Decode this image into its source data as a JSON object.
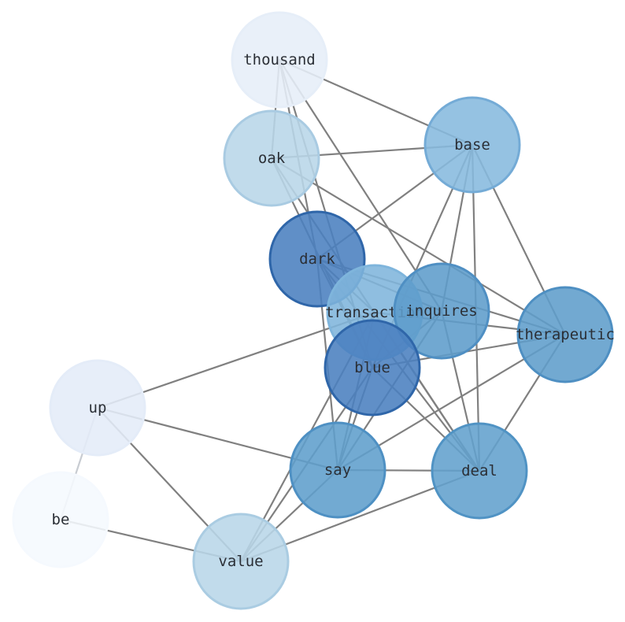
{
  "graph": {
    "nodes": [
      {
        "id": "thousand",
        "label": "thousand",
        "fill": "#e6eef8",
        "stroke": "#e6eef8"
      },
      {
        "id": "oak",
        "label": "oak",
        "fill": "#b8d6e8",
        "stroke": "#a9cbe2"
      },
      {
        "id": "base",
        "label": "base",
        "fill": "#86b9de",
        "stroke": "#74abd6"
      },
      {
        "id": "dark",
        "label": "dark",
        "fill": "#4a80bf",
        "stroke": "#2f66a9"
      },
      {
        "id": "transaction",
        "label": "transaction",
        "fill": "#7fb5dc",
        "stroke": "#7fb5dc"
      },
      {
        "id": "inquires",
        "label": "inquires",
        "fill": "#5d9ccb",
        "stroke": "#4f8fc3"
      },
      {
        "id": "therapeutic",
        "label": "therapeutic",
        "fill": "#5f9dcb",
        "stroke": "#4e8fc2"
      },
      {
        "id": "blue",
        "label": "blue",
        "fill": "#4a80bf",
        "stroke": "#2f66a9"
      },
      {
        "id": "up",
        "label": "up",
        "fill": "#e4ecf8",
        "stroke": "#e4ecf8"
      },
      {
        "id": "say",
        "label": "say",
        "fill": "#5f9ecc",
        "stroke": "#4e90c3"
      },
      {
        "id": "deal",
        "label": "deal",
        "fill": "#62a0cd",
        "stroke": "#5093c4"
      },
      {
        "id": "be",
        "label": "be",
        "fill": "#f5f9fe",
        "stroke": "#f5f9fe"
      },
      {
        "id": "value",
        "label": "value",
        "fill": "#b8d6e8",
        "stroke": "#aacce2"
      }
    ],
    "edges": [
      [
        "thousand",
        "oak"
      ],
      [
        "thousand",
        "base"
      ],
      [
        "thousand",
        "dark"
      ],
      [
        "thousand",
        "inquires"
      ],
      [
        "thousand",
        "blue"
      ],
      [
        "oak",
        "base"
      ],
      [
        "oak",
        "blue"
      ],
      [
        "oak",
        "therapeutic"
      ],
      [
        "oak",
        "deal"
      ],
      [
        "base",
        "dark"
      ],
      [
        "base",
        "inquires"
      ],
      [
        "base",
        "blue"
      ],
      [
        "base",
        "therapeutic"
      ],
      [
        "base",
        "deal"
      ],
      [
        "dark",
        "therapeutic"
      ],
      [
        "dark",
        "inquires"
      ],
      [
        "dark",
        "blue"
      ],
      [
        "dark",
        "deal"
      ],
      [
        "dark",
        "say"
      ],
      [
        "dark",
        "transaction"
      ],
      [
        "transaction",
        "up"
      ],
      [
        "transaction",
        "say"
      ],
      [
        "transaction",
        "value"
      ],
      [
        "transaction",
        "deal"
      ],
      [
        "transaction",
        "therapeutic"
      ],
      [
        "inquires",
        "say"
      ],
      [
        "inquires",
        "deal"
      ],
      [
        "inquires",
        "blue"
      ],
      [
        "therapeutic",
        "blue"
      ],
      [
        "therapeutic",
        "say"
      ],
      [
        "therapeutic",
        "deal"
      ],
      [
        "blue",
        "deal"
      ],
      [
        "blue",
        "value"
      ],
      [
        "blue",
        "say"
      ],
      [
        "up",
        "say"
      ],
      [
        "up",
        "value"
      ],
      [
        "say",
        "deal"
      ],
      [
        "say",
        "value"
      ],
      [
        "deal",
        "value"
      ],
      [
        "be",
        "value"
      ]
    ],
    "light_edges": [
      [
        "up",
        "be"
      ]
    ]
  }
}
